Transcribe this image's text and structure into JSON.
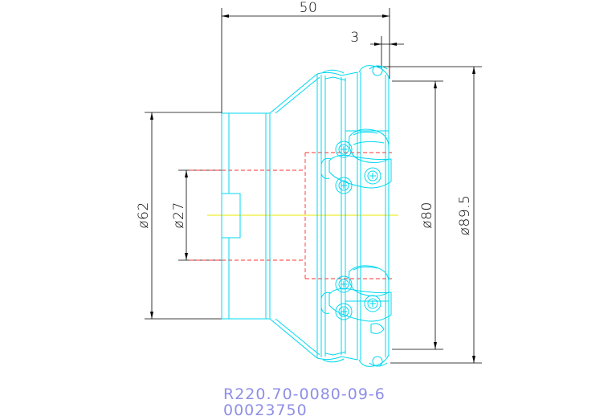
{
  "dimensions": {
    "overall_length": "50",
    "offset": "3",
    "shank_diameter": "ø62",
    "bore_diameter": "ø27",
    "cutting_diameter": "ø80",
    "max_diameter": "ø89.5"
  },
  "caption": {
    "part_number": "R220.70-0080-09-6",
    "item_code": "00023750"
  },
  "colors": {
    "outline": "#00d8f0",
    "hidden": "#ff3030",
    "centerline": "#e8e800",
    "dimension": "#000000",
    "caption": "#8f8fe6"
  }
}
